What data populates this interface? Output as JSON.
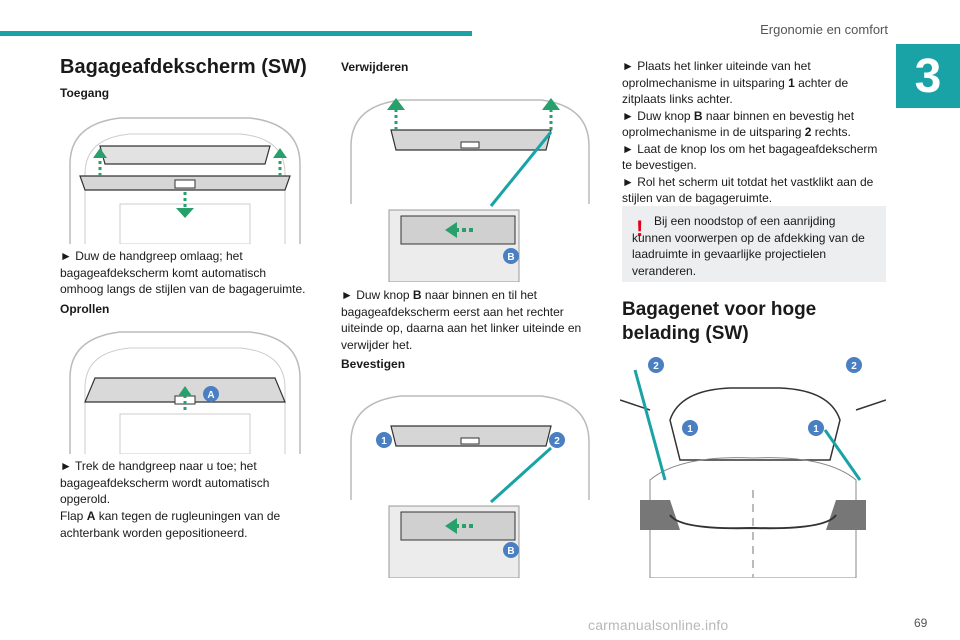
{
  "header": {
    "section_title": "Ergonomie en comfort",
    "chapter_number": "3"
  },
  "left": {
    "title": "Bagageafdekscherm (SW)",
    "toegang_heading": "Toegang",
    "toegang_text": "► Duw de handgreep omlaag; het bagageafdekscherm komt automatisch omhoog langs de stijlen van de bagageruimte.",
    "oprollen_heading": "Oprollen",
    "oprollen_text_1": "► Trek de handgreep naar u toe; het bagageafdekscherm wordt automatisch opgerold.",
    "oprollen_text_2_prefix": "Flap ",
    "oprollen_text_2_bold": "A",
    "oprollen_text_2_suffix": " kan tegen de rugleuningen van de achterbank worden gepositioneerd.",
    "fig2_label": "A"
  },
  "middle": {
    "verwijderen_heading": "Verwijderen",
    "verwijderen_prefix": "► Duw knop ",
    "verwijderen_bold": "B",
    "verwijderen_suffix": " naar binnen en til het bagageafdekscherm eerst aan het rechter uiteinde op, daarna aan het linker uiteinde en verwijder het.",
    "bevestigen_heading": "Bevestigen",
    "fig_label_b": "B",
    "fig_label_1": "1",
    "fig_label_2": "2"
  },
  "right": {
    "step1_a": "► Plaats het linker uiteinde van het oprolmechanisme in uitsparing ",
    "step1_b": "1",
    "step1_c": " achter de zitplaats links achter.",
    "step2_a": "► Duw knop ",
    "step2_b": "B",
    "step2_c": " naar binnen en bevestig het oprolmechanisme in de uitsparing ",
    "step2_d": "2",
    "step2_e": " rechts.",
    "step3": "► Laat de knop los om het bagageafdekscherm te bevestigen.",
    "step4": "► Rol het scherm uit totdat het vastklikt aan de stijlen van de bagageruimte.",
    "warning": "Bij een noodstop of een aanrijding kunnen voorwerpen op de afdekking van de laadruimte in gevaarlijke projectielen veranderen.",
    "net_title_line1": "Bagagenet voor hoge",
    "net_title_line2": "belading (SW)",
    "fig_label_1": "1",
    "fig_label_2": "2"
  },
  "footer": {
    "page_number": "69",
    "watermark": "carmanualsonline.info"
  },
  "colors": {
    "accent": "#1aa3a6",
    "warning": "#e2001a",
    "callout": "#4a7fc1",
    "arrow": "#27a06b"
  }
}
